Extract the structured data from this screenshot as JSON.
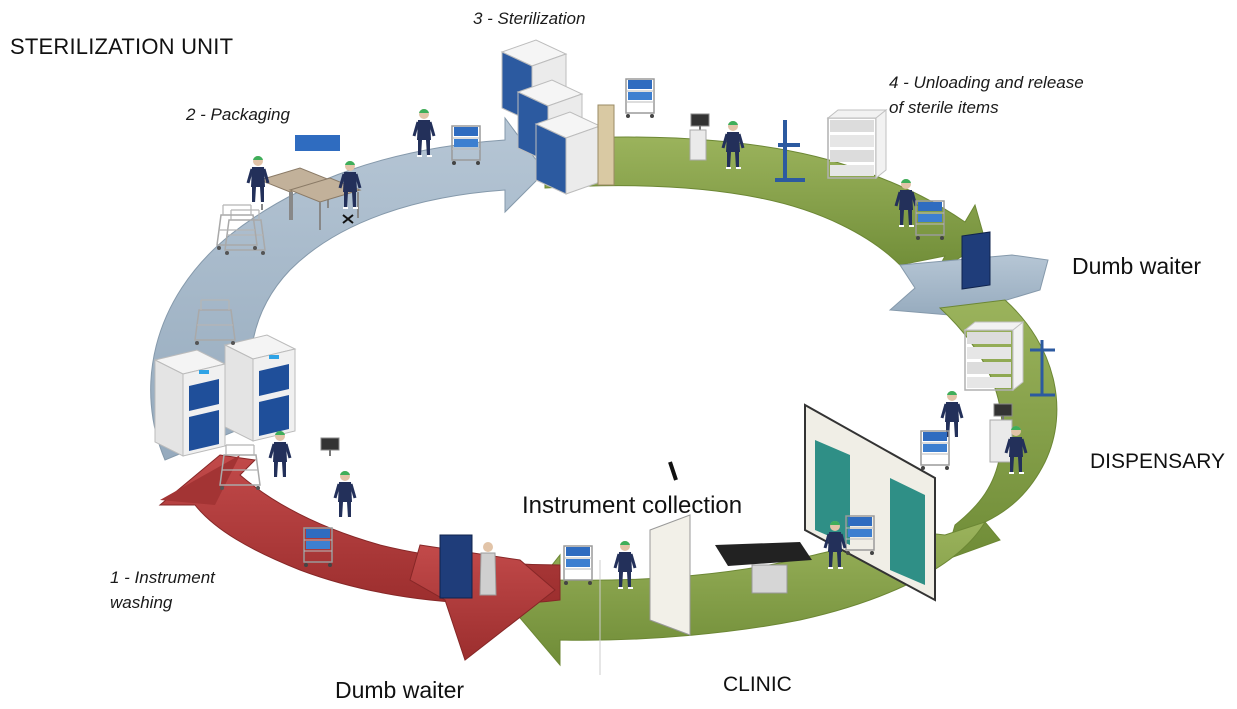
{
  "title": "STERILIZATION UNIT",
  "steps": {
    "washing": [
      "1 - Instrument",
      "washing"
    ],
    "packaging": "2 - Packaging",
    "sterilization": "3 - Sterilization",
    "unloading": [
      "4 - Unloading and release",
      "of sterile items"
    ]
  },
  "areas": {
    "dumb_waiter_right": "Dumb waiter",
    "dumb_waiter_bottom": "Dumb waiter",
    "dispensary": "DISPENSARY",
    "clinic": "CLINIC",
    "instrument_collection": "Instrument collection"
  },
  "colors": {
    "washing_zone": "#b23b3b",
    "sterile_zone_blue": "#a9bccd",
    "clean_zone_green": "#7f9c45",
    "equipment_blue": "#1f4f9a",
    "staff_navy": "#23305a"
  },
  "icons": {
    "cabinet": "washer-disinfector-icon",
    "cart": "instrument-cart-icon",
    "sterilizer": "autoclave-icon",
    "person": "staff-figure-icon",
    "lift": "dumb-waiter-icon",
    "door": "door-icon",
    "table": "workstation-table-icon",
    "shelf": "storage-shelf-icon"
  }
}
